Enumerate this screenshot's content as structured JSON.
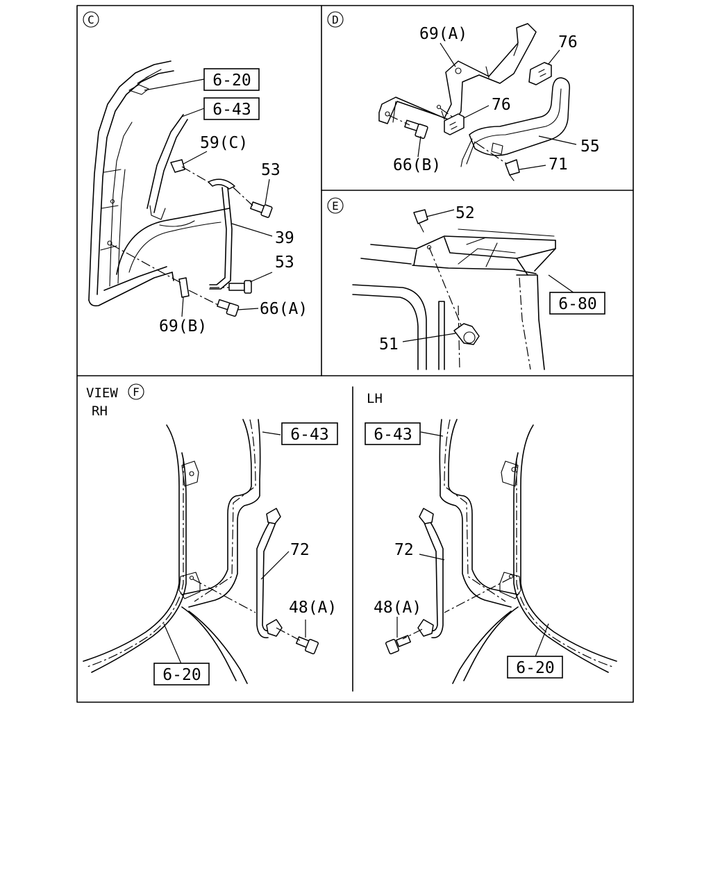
{
  "panels": {
    "c": {
      "marker": "C",
      "parts": {
        "p59c": "59(C)",
        "p53a": "53",
        "p39": "39",
        "p53b": "53",
        "p66a": "66(A)",
        "p69b": "69(B)"
      },
      "refs": {
        "r620": "6-20",
        "r643": "6-43"
      }
    },
    "d": {
      "marker": "D",
      "parts": {
        "p69a": "69(A)",
        "p76a": "76",
        "p76b": "76",
        "p55": "55",
        "p66b": "66(B)",
        "p71": "71"
      }
    },
    "e": {
      "marker": "E",
      "parts": {
        "p52": "52",
        "p51": "51"
      },
      "refs": {
        "r680": "6-80"
      }
    },
    "f": {
      "view_label": "VIEW",
      "marker": "F",
      "rh": {
        "side": "RH",
        "parts": {
          "p72": "72",
          "p48a": "48(A)"
        },
        "refs": {
          "r643": "6-43",
          "r620": "6-20"
        }
      },
      "lh": {
        "side": "LH",
        "parts": {
          "p72": "72",
          "p48a": "48(A)"
        },
        "refs": {
          "r643": "6-43",
          "r620": "6-20"
        }
      }
    }
  }
}
